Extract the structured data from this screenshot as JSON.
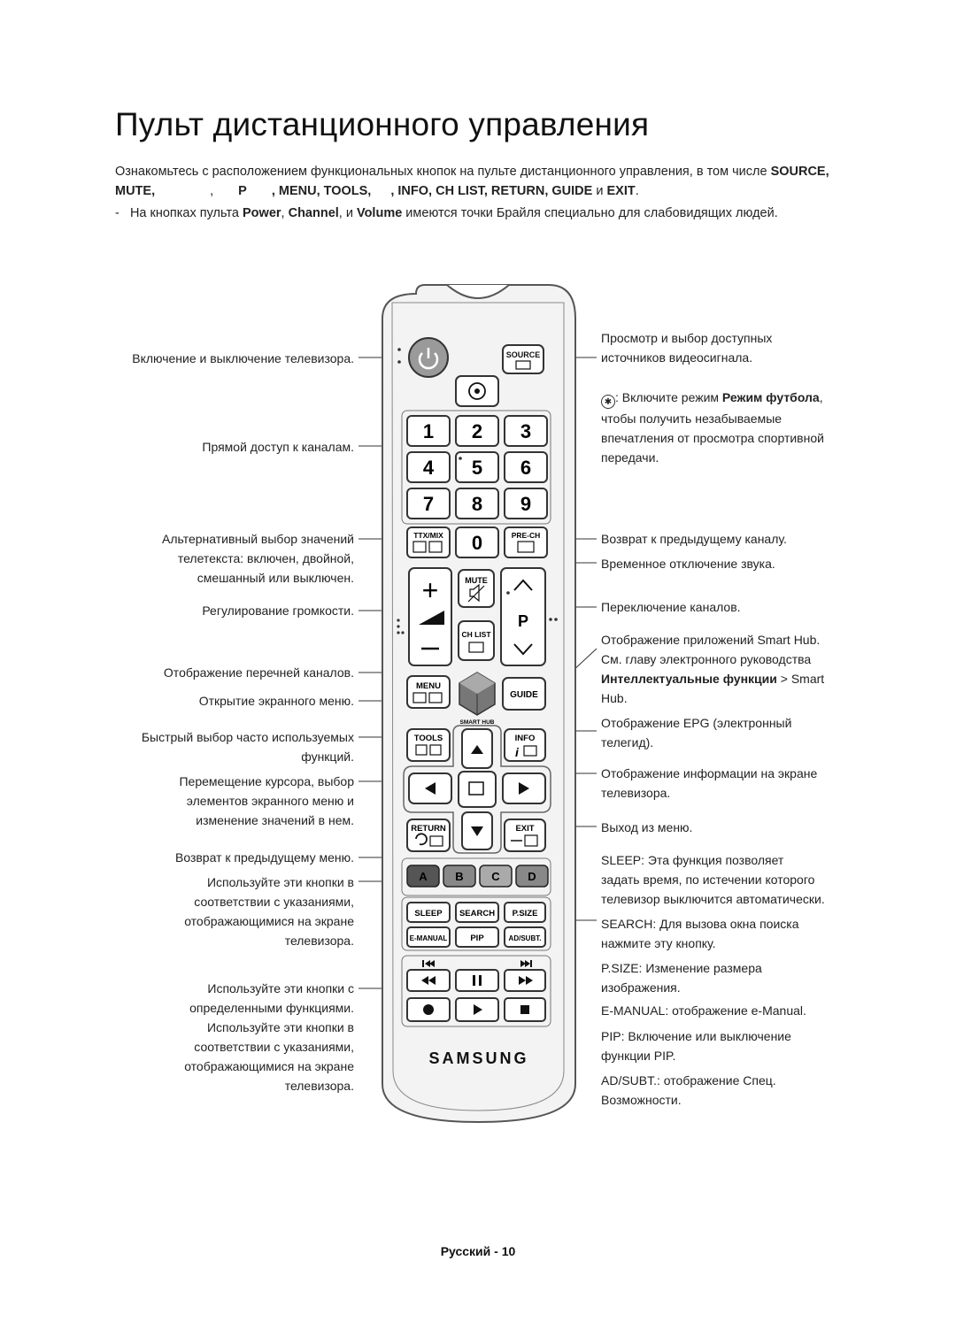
{
  "page": {
    "title": "Пульт дистанционного управления",
    "intro_1": "Ознакомьтесь с расположением функциональных кнопок на пульте дистанционного управления, в том числе ",
    "intro_source": "SOURCE,",
    "intro_mute": "MUTE,",
    "intro_p": "P",
    "intro_list": ", MENU, TOOLS,",
    "intro_list2": ", INFO, CH LIST, RETURN, GUIDE",
    "intro_and": " и ",
    "intro_exit": "EXIT",
    "intro_dot": ".",
    "note_dash": "-",
    "note_1": "На кнопках пульта ",
    "note_power": "Power",
    "note_2": ", ",
    "note_channel": "Channel",
    "note_3": ", и ",
    "note_volume": "Volume",
    "note_4": " имеются точки Брайля специально для слабовидящих людей.",
    "footer": "Русский - 10"
  },
  "labels_left": {
    "power": "Включение и выключение телевизора.",
    "numbers": "Прямой доступ к каналам.",
    "ttx_1": "Альтернативный выбор значений",
    "ttx_2": "телетекста: включен, двойной,",
    "ttx_3": "смешанный или выключен.",
    "volume": "Регулирование громкости.",
    "chlist": "Отображение перечней каналов.",
    "menu": "Открытие экранного меню.",
    "tools_1": "Быстрый выбор часто используемых",
    "tools_2": "функций.",
    "cursor_1": "Перемещение курсора, выбор",
    "cursor_2": "элементов экранного меню и",
    "cursor_3": "изменение значений в нем.",
    "return": "Возврат к предыдущему меню.",
    "colors_1": "Используйте эти кнопки в",
    "colors_2": "соответствии с указаниями,",
    "colors_3": "отображающимися на экране",
    "colors_4": "телевизора.",
    "media_1": "Используйте эти кнопки с",
    "media_2": "определенными функциями.",
    "media_3": "Используйте эти кнопки в",
    "media_4": "соответствии с указаниями,",
    "media_5": "отображающимися на экране",
    "media_6": "телевизора."
  },
  "labels_right": {
    "source_1": "Просмотр и выбор доступных",
    "source_2": "источников видеосигнала.",
    "football_a": ": Включите режим ",
    "football_b": "Режим футбола",
    "football_c": ",",
    "football_2": "чтобы получить незабываемые",
    "football_3": "впечатления от просмотра спортивной",
    "football_4": "передачи.",
    "prech": "Возврат к предыдущему каналу.",
    "mute": "Временное отключение звука.",
    "channel": "Переключение каналов.",
    "smarthub_1a": "Отображение приложений ",
    "smarthub_1b": "Smart Hub",
    "smarthub_1c": ".",
    "smarthub_2": "См. главу электронного руководства",
    "smarthub_3a": "Интеллектуальные функции",
    "smarthub_3b": " > ",
    "smarthub_3c": "Smart",
    "smarthub_4a": "Hub",
    "smarthub_4b": ".",
    "guide_1a": "Отображение ",
    "guide_1b": "EPG",
    "guide_1c": " (электронный",
    "guide_2": "телегид).",
    "info_1": "Отображение информации на экране",
    "info_2": "телевизора.",
    "exit": "Выход из меню.",
    "sleep_1a": "SLEEP",
    "sleep_1b": ": Эта функция позволяет",
    "sleep_2": "задать время, по истечении которого",
    "sleep_3": "телевизор выключится автоматически.",
    "search_1a": "SEARCH",
    "search_1b": ": Для вызова окна поиска",
    "search_2": "нажмите эту кнопку.",
    "psize_1a": "P.SIZE",
    "psize_1b": ": Изменение размера",
    "psize_2": "изображения.",
    "emanual_a": "E-MANUAL",
    "emanual_b": ": отображение ",
    "emanual_c": "e-Manual",
    "emanual_d": ".",
    "pip_1a": "PIP",
    "pip_1b": ": Включение или выключение",
    "pip_2a": "функции ",
    "pip_2b": "PIP",
    "pip_2c": ".",
    "adsubt_1a": "AD/SUBT.",
    "adsubt_1b": ": отображение ",
    "adsubt_1c": "Спец.",
    "adsubt_2a": "Возможности",
    "adsubt_2b": "."
  },
  "remote": {
    "source": "SOURCE",
    "digits": [
      "1",
      "2",
      "3",
      "4",
      "5",
      "6",
      "7",
      "8",
      "9"
    ],
    "zero": "0",
    "ttx": "TTX/MIX",
    "prech": "PRE-CH",
    "mute": "MUTE",
    "p": "P",
    "chlist": "CH LIST",
    "menu": "MENU",
    "guide": "GUIDE",
    "smarthub": "SMART HUB",
    "tools": "TOOLS",
    "info": "INFO",
    "return": "RETURN",
    "exit": "EXIT",
    "color_a": "A",
    "color_b": "B",
    "color_c": "C",
    "color_d": "D",
    "sleep": "SLEEP",
    "search": "SEARCH",
    "psize": "P.SIZE",
    "emanual": "E-MANUAL",
    "pip": "PIP",
    "adsubt": "AD/SUBT.",
    "brand": "SAMSUNG",
    "colors": {
      "a": "#c9343a",
      "b": "#3aa14a",
      "c": "#e8c22d",
      "d": "#3270c8"
    }
  }
}
